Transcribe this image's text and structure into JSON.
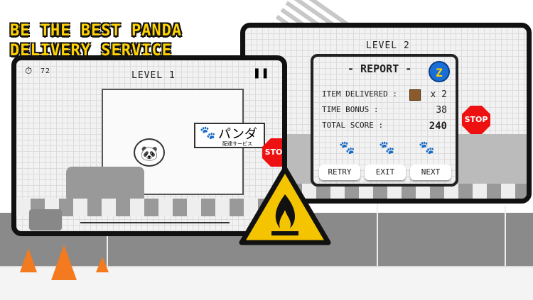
{
  "headline": {
    "line1": "BE THE BEST PANDA",
    "line2": "DELIVERY SERVICE"
  },
  "back_screen": {
    "level": "LEVEL 2",
    "stop_sign": "STOP"
  },
  "front_screen": {
    "timer": "72",
    "level": "LEVEL 1",
    "sign_title": "パンダ",
    "sign_subtitle": "配達サービス",
    "stop_sign": "STOP"
  },
  "report": {
    "title": "- REPORT -",
    "item_delivered_label": "ITEM DELIVERED :",
    "item_count": "x  2",
    "time_bonus_label": "TIME BONUS :",
    "time_bonus": "38",
    "total_score_label": "TOTAL SCORE :",
    "total_score": "240",
    "paws": 3,
    "buttons": {
      "retry": "RETRY",
      "exit": "EXIT",
      "next": "NEXT"
    }
  },
  "colors": {
    "accent": "#ffd200",
    "hazard": "#f5c400",
    "cone": "#f47a1f",
    "stop": "#e11111"
  }
}
